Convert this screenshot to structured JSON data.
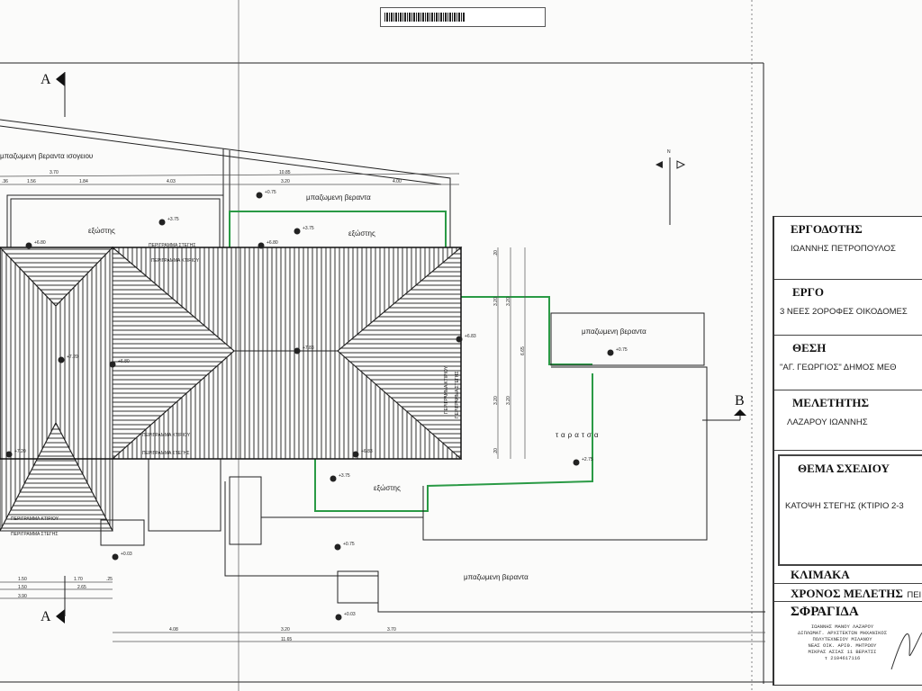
{
  "section_marks": {
    "a_top": "A",
    "a_bottom": "A",
    "b": "B"
  },
  "north": {
    "label": "N"
  },
  "labels": {
    "veranda_ground": "μπαζωμενη βεραντα ισογειου",
    "veranda_top": "μπαζωμενη βεραντα",
    "veranda_right": "μπαζωμενη βεραντα",
    "veranda_bottom": "μπαζωμενη βεραντα",
    "balcony_left": "εξώστης",
    "balcony_mid": "εξώστης",
    "balcony_low": "εξώστης",
    "terrace": "ταρατσα",
    "roof_outline_top": "ΠΕΡΙΓΡΑΜΜΑ ΣΤΕΓΗΣ",
    "building_outline_top": "ΠΕΡΙΓΡΑΜΜΑ ΚΤΙΡΙΟΥ",
    "building_outline_mid": "ΠΕΡΙΓΡΑΜΜΑ ΚΤΙΡΙΟΥ",
    "roof_outline_mid": "ΠΕΡΙΓΡΑΜΜΑ ΣΤΕΓΗΣ",
    "building_outline_left": "ΠΕΡΙΓΡΑΜΜΑ ΚΤΙΡΙΟΥ",
    "roof_outline_left": "ΠΕΡΙΓΡΑΜΜΑ ΣΤΕΓΗΣ",
    "building_outline_right": "ΠΕΡΙΓΡΑΜΜΑ ΚΤΙΡΙΟΥ",
    "roof_outline_right": "ΠΕΡΙΓΡΑΜΜΑ ΣΤΕΓΗΣ"
  },
  "levels": {
    "l1": "+3.75",
    "l2": "+0.75",
    "l3": "+3.75",
    "l4": "+6.80",
    "l5": "+6.80",
    "l6": "+7.20",
    "l7": "+6.80",
    "l8": "+7.83",
    "l9": "+6.83",
    "l10": "+0.75",
    "l11": "+7.20",
    "l12": "+6.83",
    "l13": "+3.75",
    "l14": "+2.75",
    "l15": "+0.03",
    "l16": "+0.75",
    "l17": "+0.03"
  },
  "dimensions": {
    "top_total_left": "3.70",
    "top_total_right": "10.85",
    "top_a": ".36",
    "top_b": "1.56",
    "top_c": "1.84",
    "top_d": "4.03",
    "top_e": "3.20",
    "top_f": "4.00",
    "right_a": ".20",
    "right_b": "3.20",
    "right_c": "3.20",
    "right_d": "6.65",
    "right_e": "3.20",
    "right_f": "3.20",
    "right_g": ".20",
    "bottom_a": "4.08",
    "bottom_b": "3.20",
    "bottom_c": "3.70",
    "bottom_total": "11.65",
    "left_a": "1.50",
    "left_b": "1.70",
    "left_c": ".25",
    "left_d": "1.50",
    "left_e": "2.65",
    "left_f": "3.90"
  },
  "title_block": {
    "client_h": "ΕΡΓΟΔΟΤΗΣ",
    "client_v": "ΙΩΑΝΝΗΣ ΠΕΤΡΟΠΟΥΛΟΣ",
    "project_h": "ΕΡΓΟ",
    "project_v": "3 ΝΕΕΣ 2ΟΡΟΦΕΣ ΟΙΚΟΔΟΜΕΣ",
    "location_h": "ΘΕΣΗ",
    "location_v": "\"ΑΓ. ΓΕΩΡΓΙΟΣ\"  ΔΗΜΟΣ ΜΕΘ",
    "designer_h": "ΜΕΛΕΤΗΤΗΣ",
    "designer_v": "ΛΑΖΑΡΟΥ ΙΩΑΝΝΗΣ",
    "subject_h": "ΘΕΜΑ ΣΧΕΔΙΟΥ",
    "subject_v": "ΚΑΤΟΨΗ ΣΤΕΓΗΣ (ΚΤΙΡΙΟ 2-3",
    "scale_h": "ΚΛΙΜΑΚΑ",
    "date_h": "ΧΡΟΝΟΣ ΜΕΛΕΤΗΣ",
    "date_v": "ΠΕΙ",
    "seal_h": "ΣΦΡΑΓΙΔΑ",
    "stamp": [
      "ΙΩΑΝΝΗΣ ΜΑΝΟΥ ΛΑΖΑΡΟΥ",
      "ΔΙΠΛΩΜΑΤ. ΑΡΧΙΤΕΚΤΩΝ ΜΗΧΑΝΙΚΟΣ",
      "ΠΟΛΥΤΕΧΝΕΙΟΥ ΜΙΛΑΝΟΥ",
      "ΝΕΑΣ ΟΙΚ. ΑΡΙΘ. ΜΗΤΡΩΟΥ",
      "ΜΙΚΡΑΣ ΑΣΙΑΣ 11 ΒΕΡΑΤΣΙ",
      "τ 2104617116"
    ]
  }
}
